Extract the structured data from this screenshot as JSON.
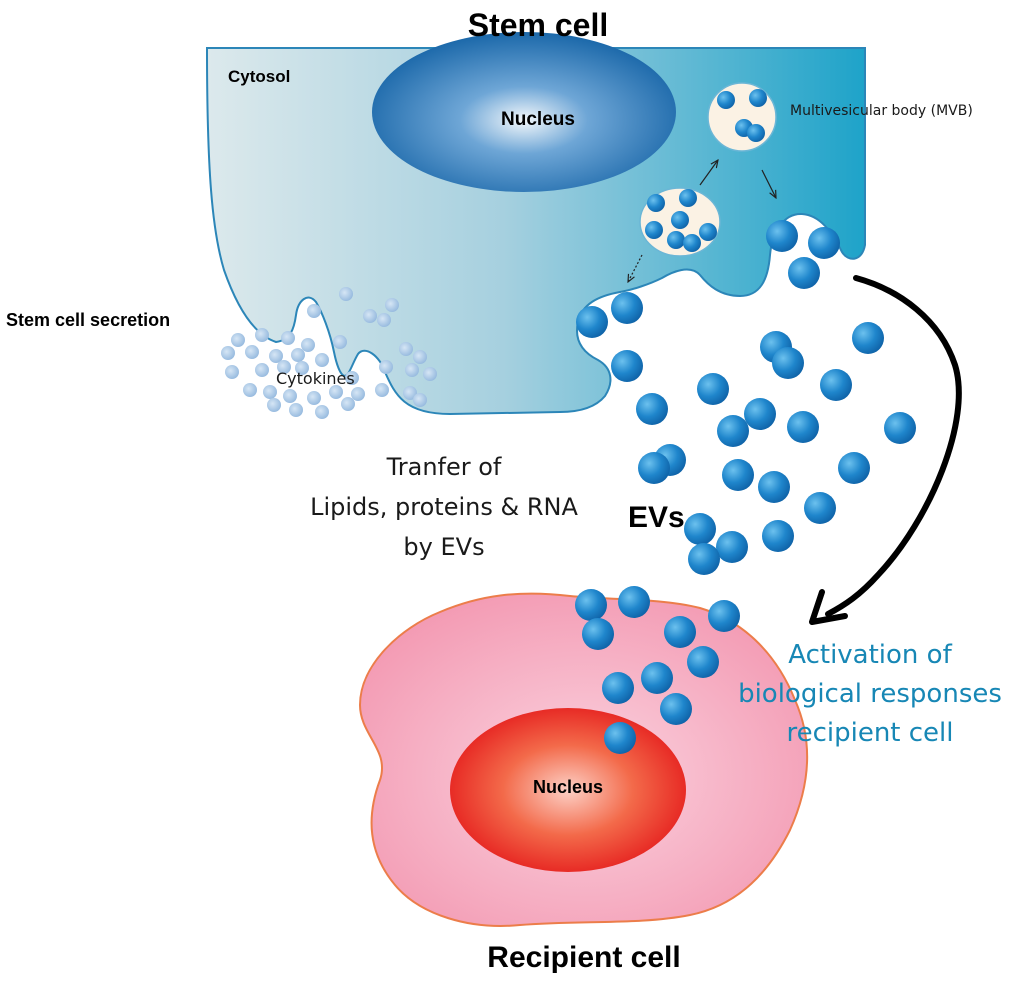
{
  "labels": {
    "stem_cell": "Stem cell",
    "cytosol": "Cytosol",
    "stem_nucleus": "Nucleus",
    "mvb": "Multivesicular body (MVB)",
    "stem_cell_secretion": "Stem cell secretion",
    "cytokines": "Cytokines",
    "transfer_line1": "Tranfer of",
    "transfer_line2": "Lipids, proteins & RNA",
    "transfer_line3": "by EVs",
    "evs": "EVs",
    "activation_line1": "Activation of",
    "activation_line2": "biological responses",
    "activation_line3": "recipient cell",
    "recipient_nucleus": "Nucleus",
    "recipient_cell": "Recipient cell"
  },
  "colors": {
    "cytosol_light": "#dce9ec",
    "cytosol_dark": "#1ea3c9",
    "cell_border": "#2c86b8",
    "nucleus_center": "#f4f8fb",
    "nucleus_edge": "#0f5fa3",
    "ev_center": "#6cc1ee",
    "ev_edge": "#0f63a8",
    "cytokine": "#a9c8e6",
    "vesicle_fill": "#fbf2e4",
    "recipient_cell": "#f4a3b9",
    "recipient_border": "#ec7d4a",
    "recipient_nucleus_center": "#fcd0c6",
    "recipient_nucleus_edge": "#e51d1d",
    "activation_text": "#1787b5",
    "arrow": "#000000"
  }
}
